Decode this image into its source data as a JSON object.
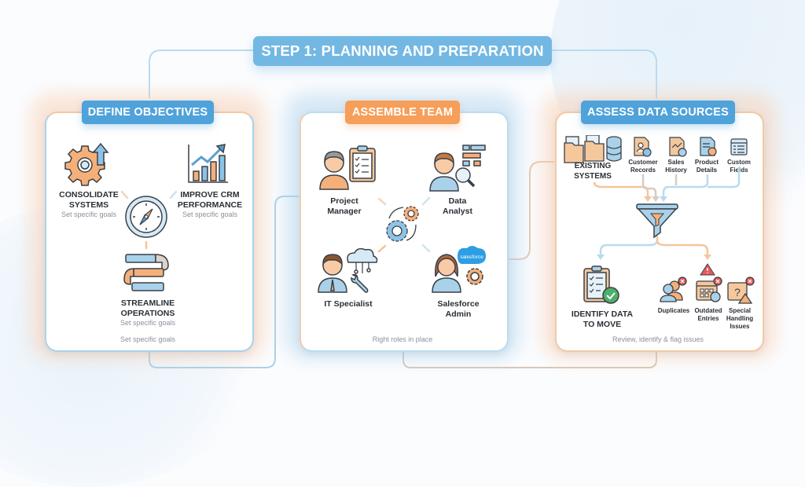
{
  "title": "STEP 1: PLANNING AND PREPARATION",
  "colors": {
    "blue": "#4fa2da",
    "light_blue": "#73b8e3",
    "orange": "#f59f5b",
    "text": "#2a2f36",
    "muted": "#8a9099"
  },
  "sections": [
    {
      "title": "DEFINE OBJECTIVES",
      "title_color": "blue",
      "items": [
        {
          "label_line1": "CONSOLIDATE",
          "label_line2": "SYSTEMS",
          "sub": "Set specific goals",
          "icon": "gear-up-arrow-icon"
        },
        {
          "label_line1": "IMPROVE CRM",
          "label_line2": "PERFORMANCE",
          "sub": "Set specific goals",
          "icon": "bar-chart-trend-icon"
        },
        {
          "label_line1": "STREAMLINE",
          "label_line2": "OPERATIONS",
          "sub": "Set specific goals",
          "icon": "pipes-icon"
        }
      ],
      "center_icon": "compass-icon",
      "footer": "Set specific goals"
    },
    {
      "title": "ASSEMBLE TEAM",
      "title_color": "orange",
      "items": [
        {
          "label_line1": "Project",
          "label_line2": "Manager",
          "icon": "project-manager-icon"
        },
        {
          "label_line1": "Data",
          "label_line2": "Analyst",
          "icon": "data-analyst-icon"
        },
        {
          "label_line1": "IT Specialist",
          "label_line2": "",
          "icon": "it-specialist-icon"
        },
        {
          "label_line1": "Salesforce",
          "label_line2": "Admin",
          "icon": "salesforce-admin-icon",
          "badge": "salesforce"
        }
      ],
      "center_icon": "gears-cycle-icon",
      "footer": "Right roles in place"
    },
    {
      "title": "ASSESS DATA SOURCES",
      "title_color": "blue",
      "sources": [
        {
          "label_line1": "EXISTING",
          "label_line2": "SYSTEMS",
          "icon": "folders-database-icon"
        },
        {
          "label_line1": "Customer",
          "label_line2": "Records",
          "icon": "customer-records-icon"
        },
        {
          "label_line1": "Sales",
          "label_line2": "History",
          "icon": "sales-history-icon"
        },
        {
          "label_line1": "Product",
          "label_line2": "Details",
          "icon": "product-details-icon"
        },
        {
          "label_line1": "Custom",
          "label_line2": "Fields",
          "icon": "custom-fields-icon"
        }
      ],
      "center_icon": "funnel-icon",
      "outputs": {
        "move": {
          "label_line1": "IDENTIFY DATA",
          "label_line2": "TO MOVE",
          "icon": "clipboard-check-icon"
        },
        "issues": [
          {
            "label_line1": "Duplicates",
            "label_line2": "",
            "label_line3": "",
            "icon": "duplicates-icon"
          },
          {
            "label_line1": "Outdated",
            "label_line2": "Entries",
            "label_line3": "",
            "icon": "calendar-outdated-icon"
          },
          {
            "label_line1": "Special",
            "label_line2": "Handling",
            "label_line3": "Issues",
            "icon": "special-handling-icon"
          }
        ]
      },
      "footer": "Review, identify & flag issues"
    }
  ]
}
